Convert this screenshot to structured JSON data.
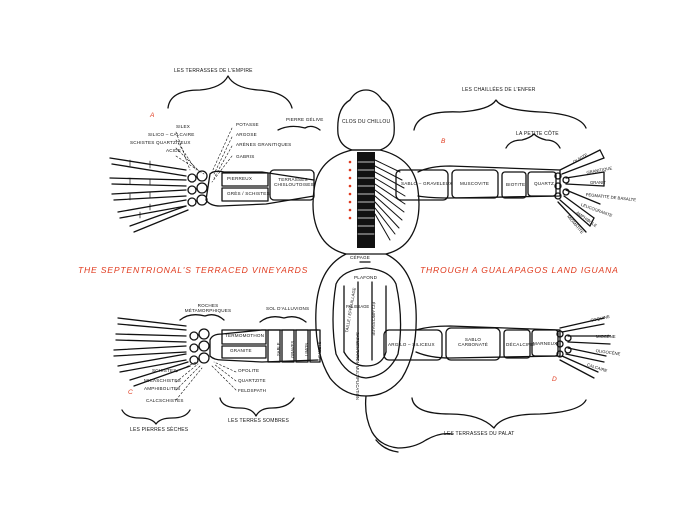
{
  "colors": {
    "ink": "#111111",
    "accent": "#e03a1e"
  },
  "banner": {
    "left": "THE SEPTENTRIONAL'S TERRACED VINEYARDS",
    "right": "THROUGH  A GUALAPAGOS LAND IGUANA"
  },
  "head_label": "CLOS DU CHILLOU",
  "quadrant_letters": {
    "a": "A",
    "b": "B",
    "c": "C",
    "d": "D"
  },
  "regions": {
    "top_left": "LES TERRASSES DE L'EMPIRE",
    "top_right": "LES CHAILLÉES DE L'ENFER",
    "petite_cote": "LA PETITE CÔTE",
    "bottom_right": "LES TERRASSES DU PALAT",
    "bottom_left_a": "LES PIERRES SÈCHES",
    "bottom_left_b": "LES TERRES SOMBRES",
    "pierre_gelive": "PIERRE GÉLIVE",
    "roches": "ROCHES MÉTAMORPHIQUES",
    "sol": "SOL D'ALLUVIONS"
  },
  "arm_a": {
    "segments": [
      "PIERREUX",
      "GRÈS / SCHISTES",
      "TERRASSES CHISLOUTOISES"
    ],
    "labels_left": [
      "SILEX",
      "SILICO – CALCAIRE",
      "SCHISTES QUARTZITEUX",
      "ACIDE"
    ],
    "labels_right": [
      "POTASSE",
      "ARGOSE",
      "ARÈNES GRANITIQUES",
      "GABRIS"
    ]
  },
  "arm_b": {
    "segments": [
      "SABLO – GRAVELEUX",
      "MUSCOVITE",
      "BIOTITE",
      "QUARTZ"
    ],
    "claw_labels": [
      "OLIVITE",
      "GRANITIQUE",
      "GRANIT",
      "PEGMATITE DE BASALTE",
      "LEUCOGRANITE",
      "AMPHIBOLE",
      "MIGMATITE"
    ]
  },
  "arm_c": {
    "segments": [
      "TERMOMOTHON",
      "GRANITE"
    ],
    "leg": [
      "SABLE",
      "GRAVES",
      "LIMON",
      "GALETS"
    ],
    "labels_left": [
      "SCHISTES",
      "MICASCHISTES",
      "AMPHIBOLITES",
      "CALCSCHISTES"
    ],
    "labels_right": [
      "OPOLITE",
      "QUARTZITE",
      "FELDSPATH"
    ]
  },
  "arm_d": {
    "segments": [
      "ARGILO – SILICEUX",
      "SABLO CARBONATÉ",
      "DÉCALCIFIÉ",
      "MARNEUX"
    ],
    "claw_labels": [
      "COQUINE",
      "MIOCÈNE",
      "OLIGOCÈNE",
      "CALCAIRE"
    ]
  },
  "belly": {
    "top_label": "CÉPAGE",
    "lanes": [
      "PALISSAGE",
      "TAILLE / EFFEUILLAGE",
      "SARMENTATION MULTIPLICATION",
      "ÉCLAIRCISSAGE"
    ],
    "sub": [
      "PLAFOND"
    ]
  }
}
